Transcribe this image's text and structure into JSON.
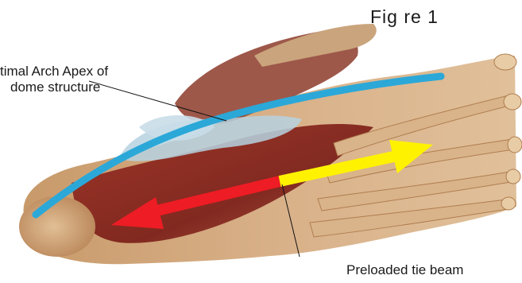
{
  "figure": {
    "title": "Fig re 1",
    "arch_label_line1": "timal Arch Apex of",
    "arch_label_line2": "dome structure",
    "tie_beam_label": "Preloaded tie beam"
  },
  "colors": {
    "arch_line": "#2ba8d8",
    "tension_arrow_heel": "#ee1c24",
    "tension_arrow_toe": "#fff200",
    "leader_line": "#111111",
    "background": "#ffffff"
  },
  "icons": {
    "arch": "arch-line",
    "heel_arrow": "arrow-left-icon",
    "toe_arrow": "arrow-right-icon"
  }
}
